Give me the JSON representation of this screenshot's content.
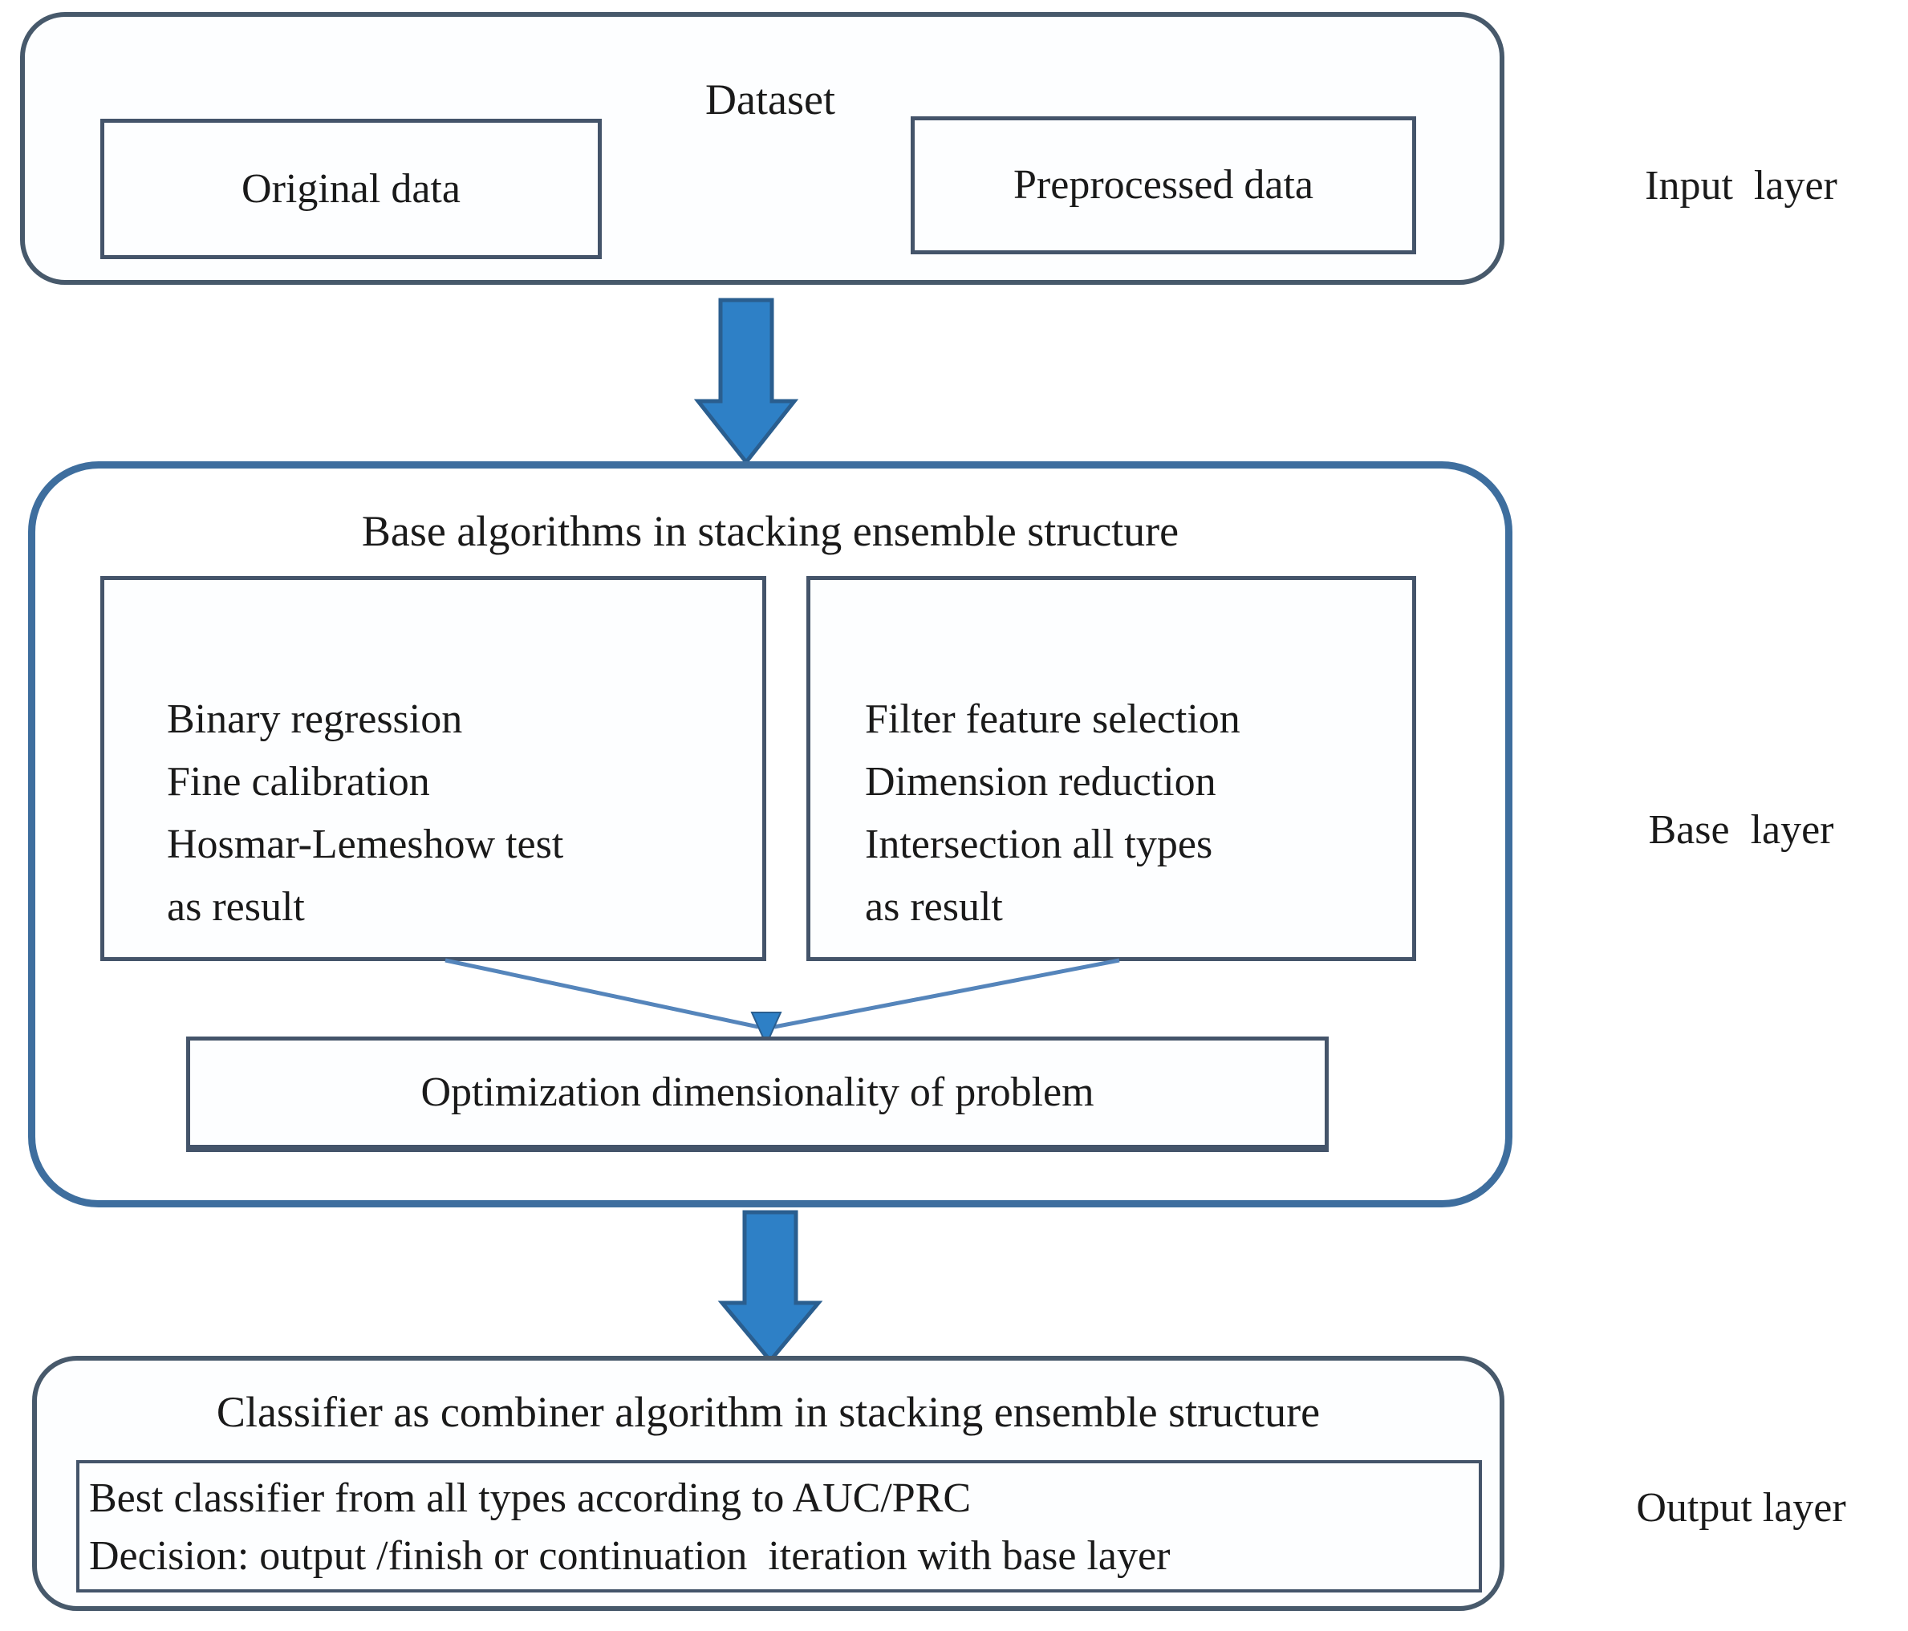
{
  "input_layer": {
    "title": "Dataset",
    "original_box": "Original data",
    "preprocessed_box": "Preprocessed data",
    "label": "Input  layer"
  },
  "base_layer": {
    "title": "Base algorithms in stacking ensemble structure",
    "left_box": {
      "lines": [
        "Binary regression",
        "Fine calibration",
        "Hosmar-Lemeshow test",
        "as result"
      ]
    },
    "right_box": {
      "lines": [
        "Filter feature selection",
        "Dimension reduction",
        "Intersection all types",
        "as result"
      ]
    },
    "optimization_box": "Optimization dimensionality of problem",
    "label": "Base  layer"
  },
  "output_layer": {
    "title": "Classifier as combiner algorithm in stacking ensemble structure",
    "lines": [
      "Best classifier from all types according to AUC/PRC",
      "Decision: output /finish or continuation  iteration with base layer"
    ],
    "label": "Output layer"
  },
  "colors": {
    "outer_border": "#47596B",
    "base_layer_border": "#3E6E9E",
    "inner_border": "#44546A",
    "arrow_fill": "#2E80C6",
    "arrow_stroke": "#2A5E8F",
    "connector_line": "#5585BB"
  }
}
